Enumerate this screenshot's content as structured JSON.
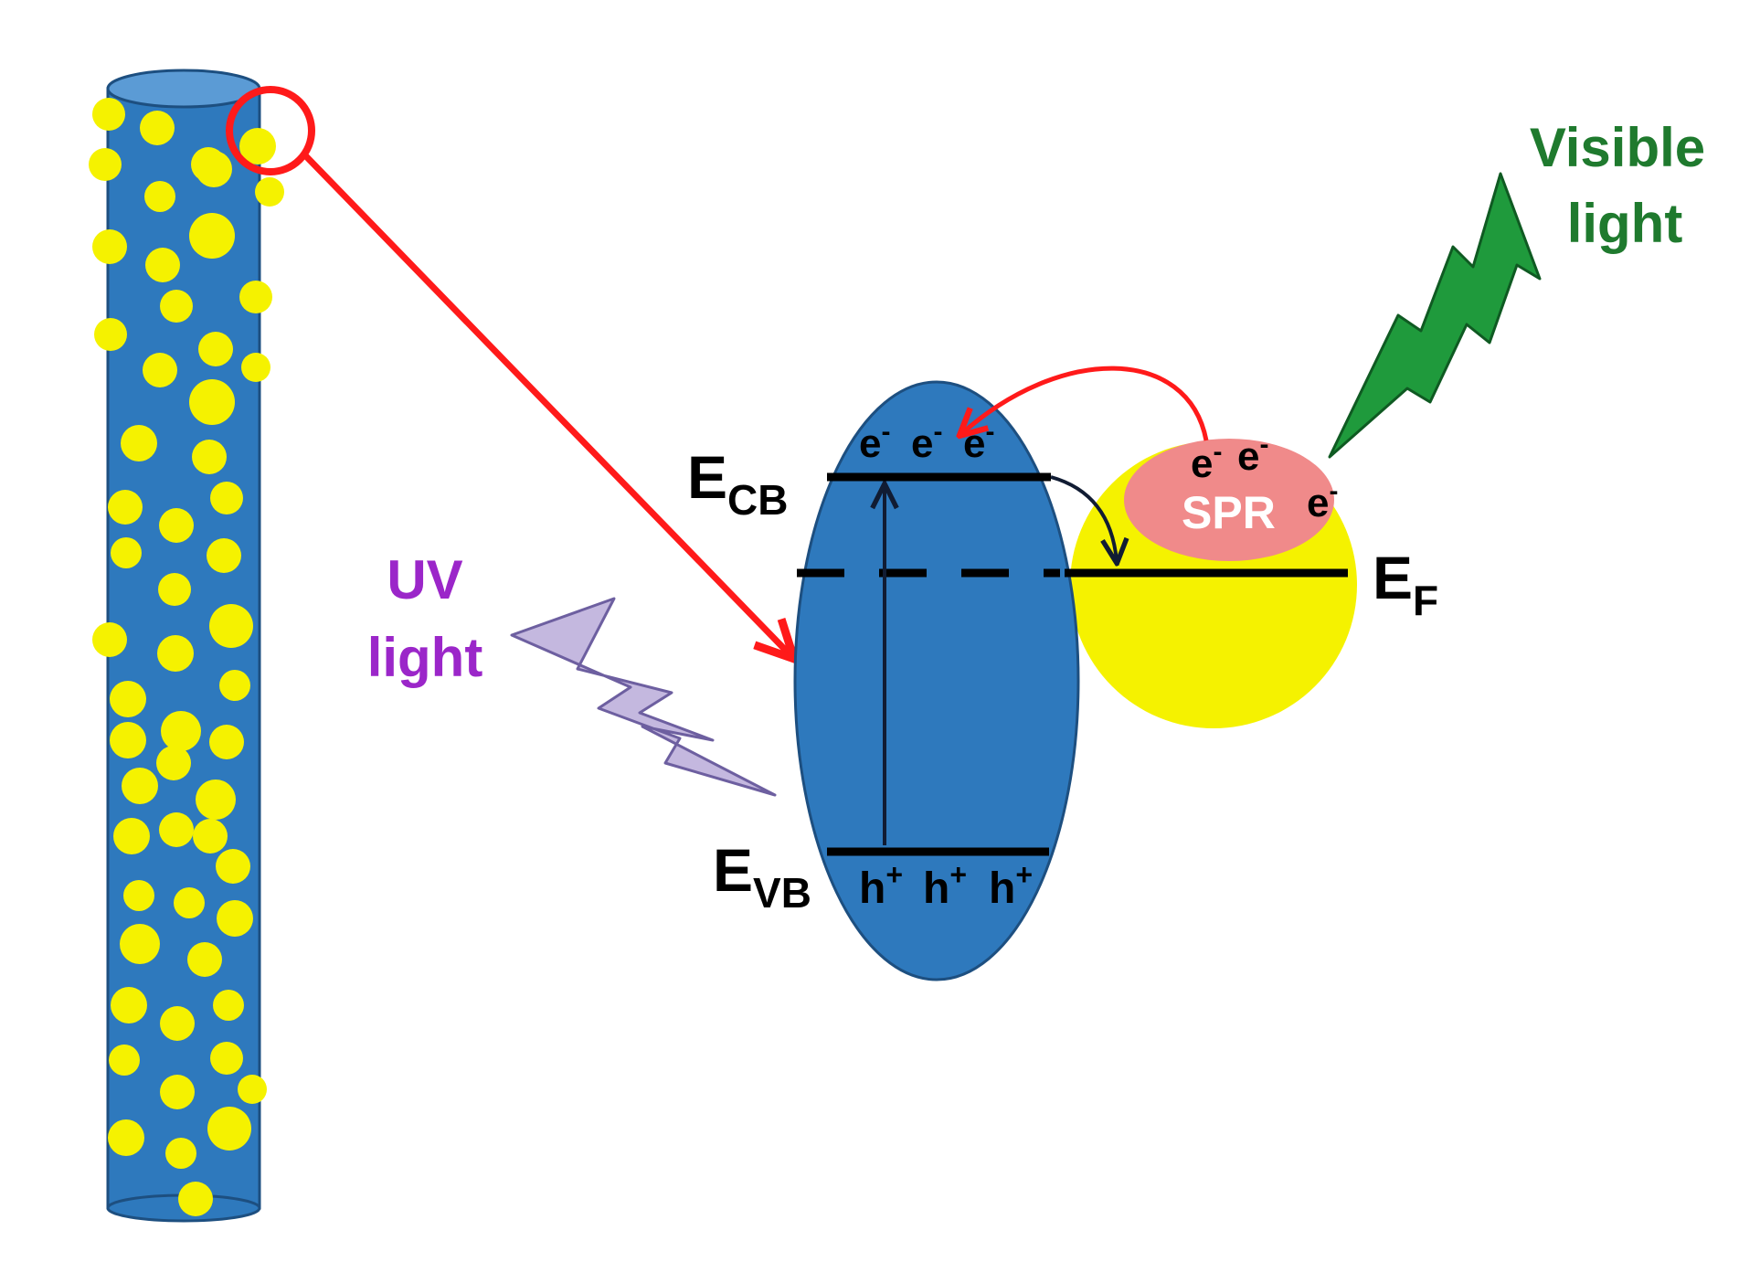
{
  "labels": {
    "e_cb_main": "E",
    "e_cb_sub": "CB",
    "e_vb_main": "E",
    "e_vb_sub": "VB",
    "e_f_main": "E",
    "e_f_sub": "F",
    "cb_electron": "e",
    "electron_sup": "-",
    "vb_hole": "h",
    "hole_sup": "+",
    "spr": "SPR",
    "uv_line1": "UV",
    "uv_line2": "light",
    "visible_line1": "Visible",
    "visible_line2": "light"
  },
  "colors": {
    "nanorod": "#2e79bd",
    "band_ellipse": "#2e79bd",
    "nanoparticle": "#f5f200",
    "spr_region": "#f08a8a",
    "red_arrow": "#ff1a1a",
    "uv_text": "#9b26c9",
    "uv_bolt": "#c4b8df",
    "visible_text": "#1f7a2e",
    "visible_bolt": "#1f9a3c",
    "band_line": "#000000"
  },
  "icons": {
    "uv_bolt": "lightning-bolt-icon",
    "visible_bolt": "lightning-bolt-icon"
  }
}
